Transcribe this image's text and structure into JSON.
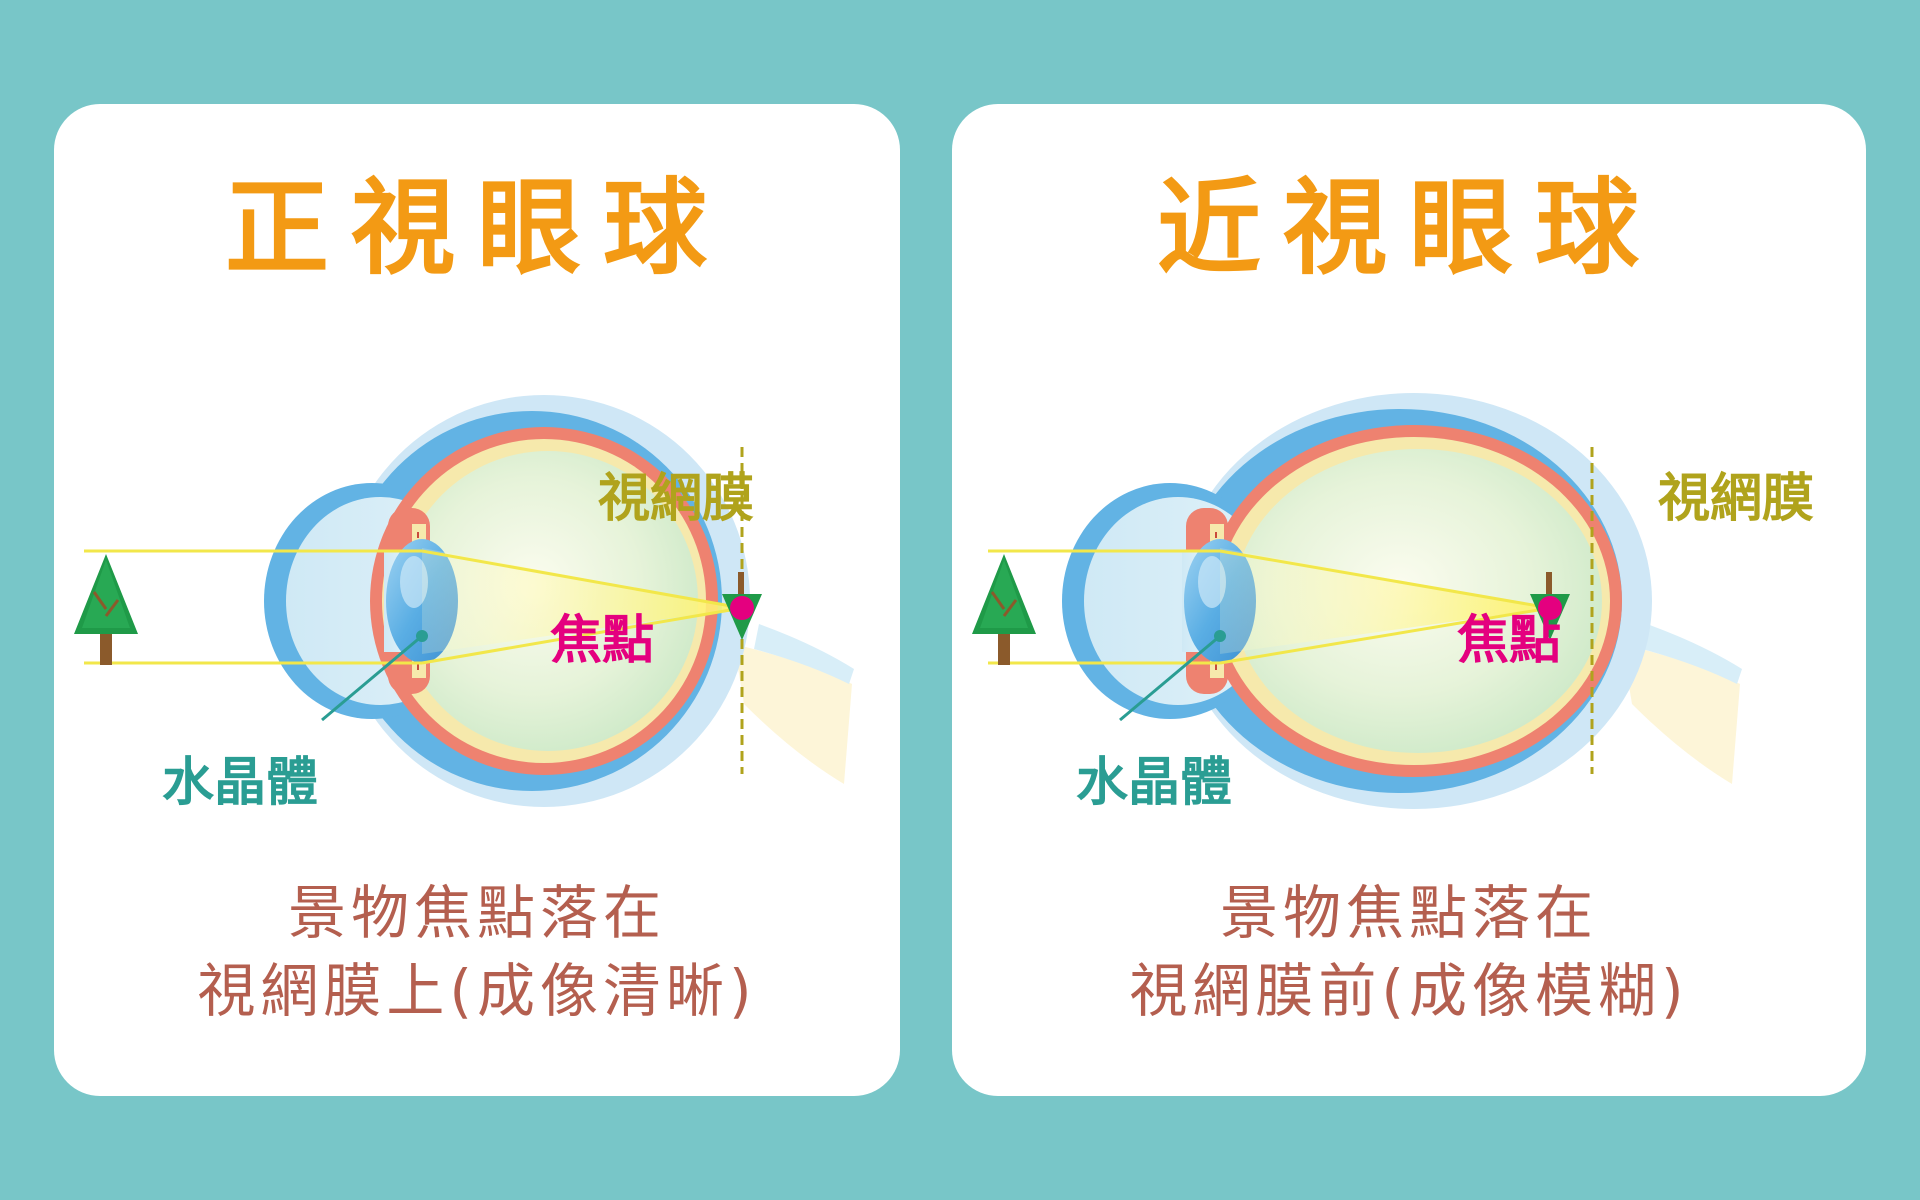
{
  "colors": {
    "background": "#78c6c8",
    "card": "#ffffff",
    "title": "#f39a14",
    "retina_label": "#b0a31c",
    "focus_label": "#e4007f",
    "lens_label": "#2a9d93",
    "caption": "#b45f4f"
  },
  "panels": [
    {
      "title": "正視眼球",
      "labels": {
        "retina": "視網膜",
        "focus": "焦點",
        "lens": "水晶體"
      },
      "caption": [
        "景物焦點落在",
        "視網膜上(成像清晰)"
      ]
    },
    {
      "title": "近視眼球",
      "labels": {
        "retina": "視網膜",
        "focus": "焦點",
        "lens": "水晶體"
      },
      "caption": [
        "景物焦點落在",
        "視網膜前(成像模糊)"
      ]
    }
  ]
}
